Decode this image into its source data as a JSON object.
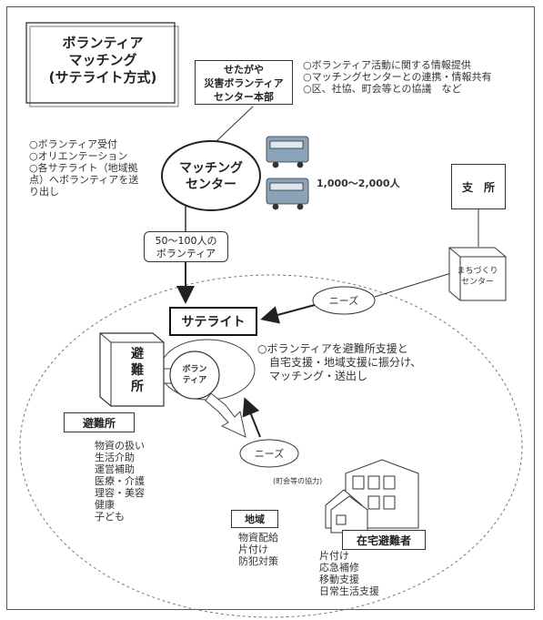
{
  "title": {
    "line1": "ボランティア",
    "line2": "マッチング",
    "line3": "(サテライト方式)"
  },
  "hq": {
    "line1": "せたがや",
    "line2": "災害ボランティア",
    "line3": "センター本部"
  },
  "hq_notes": [
    "○ボランティア活動に関する情報提供",
    "○マッチングセンターとの連携・情報共有",
    "○区、社協、町会等との協議　など"
  ],
  "matching_center": {
    "line1": "マッチング",
    "line2": "センター"
  },
  "matching_notes": [
    "○ボランティア受付",
    "○オリエンテーション",
    "○各サテライト（地域拠",
    "点）へボランティアを送",
    "り出し"
  ],
  "bus_count": "1,000～2,000人",
  "branch": "支　所",
  "machizukuri": {
    "line1": "まちづくり",
    "line2": "センター"
  },
  "dispatch": {
    "line1": "50～100人の",
    "line2": "ボランティア"
  },
  "satellite": "サテライト",
  "needs_top": "ニーズ",
  "needs_bottom": "ニーズ",
  "volunteer": {
    "line1": "ボラン",
    "line2": "ティア"
  },
  "satellite_notes": [
    "○ボランティアを避難所支援と",
    "自宅支援・地域支援に振分け、",
    "マッチング・送出し"
  ],
  "shelter_building": [
    "避",
    "難",
    "所"
  ],
  "shelter_label": "避難所",
  "shelter_items": [
    "物資の扱い",
    "生活介助",
    "運営補助",
    "医療・介護",
    "理容・美容",
    "健康",
    "子ども"
  ],
  "cooperation": "(町会等の協力)",
  "area_label": "地域",
  "area_items": [
    "物資配給",
    "片付け",
    "防犯対策"
  ],
  "home_label": "在宅避難者",
  "home_items": [
    "片付け",
    "応急補修",
    "移動支援",
    "日常生活支援"
  ]
}
